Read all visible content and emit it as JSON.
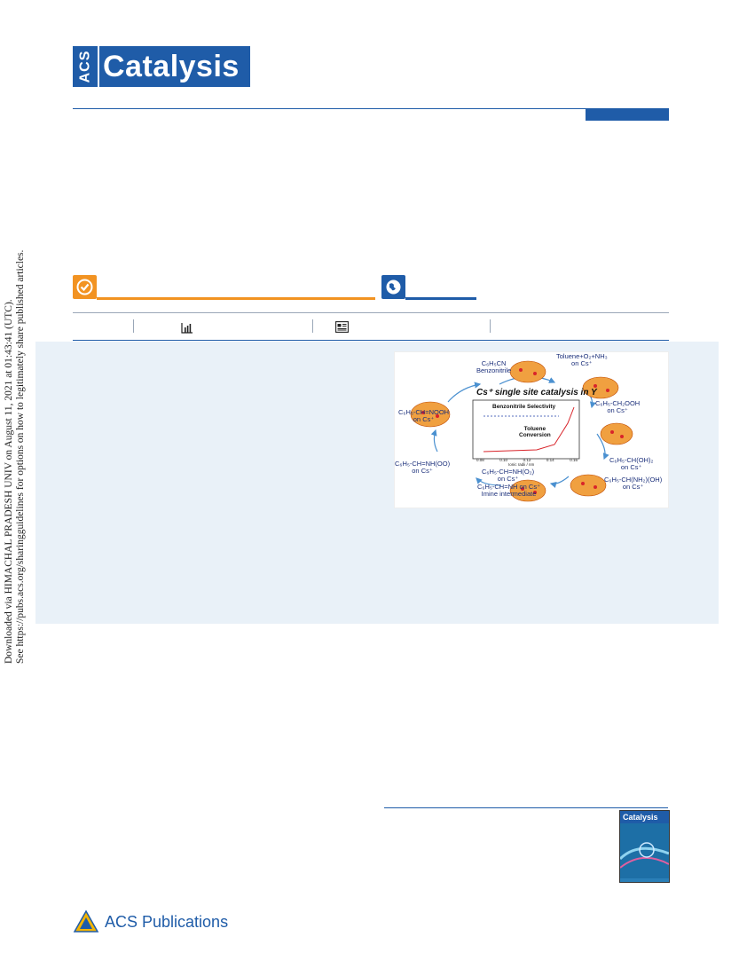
{
  "journal": {
    "logo_prefix": "ACS",
    "logo_name": "Catalysis"
  },
  "side_note": {
    "line1": "Downloaded via HIMACHAL PRADESH UNIV on August 11, 2021 at 01:43:41 (UTC).",
    "line2": "See https://pubs.acs.org/sharingguidelines for options on how to legitimately share published articles."
  },
  "toc_graphic": {
    "title": "Cs⁺ single site catalysis in Y",
    "labels": {
      "benzonitrile": "C₆H₅CN\nBenzonitrile",
      "toluene": "Toluene+O₂+NH₃\non Cs⁺",
      "hydroperoxide": "C₆H₅-CH₂OOH\non Cs⁺",
      "diol": "C₆H₅-CH(OH)₂\non Cs⁺",
      "aminol": "C₆H₅-CH(NH₂)(OH)\non Cs⁺",
      "imine": "C₆H₅-CH=NH on Cs⁺\nImine intermediate",
      "imine_o2": "C₆H₅-CH=NH(O₂)\non Cs⁺",
      "imine_oo": "C₆H₅-CH=NH(OO)\non Cs⁺",
      "oxime_peroxide": "C₆H₅-CH=NOOH\non Cs⁺"
    },
    "inset_series": [
      "Benzonitrile Selectivity",
      "Toluene\nConversion"
    ],
    "inset_xlabel": "Ionic radii / nm",
    "inset_xticks": [
      "0.08",
      "0.10",
      "0.12",
      "0.14",
      "0.16"
    ]
  },
  "publisher": {
    "name": "ACS Publications"
  },
  "colors": {
    "brand_blue": "#1f5ca8",
    "open_access_orange": "#f29322",
    "abstract_bg": "#e9f1f8"
  }
}
